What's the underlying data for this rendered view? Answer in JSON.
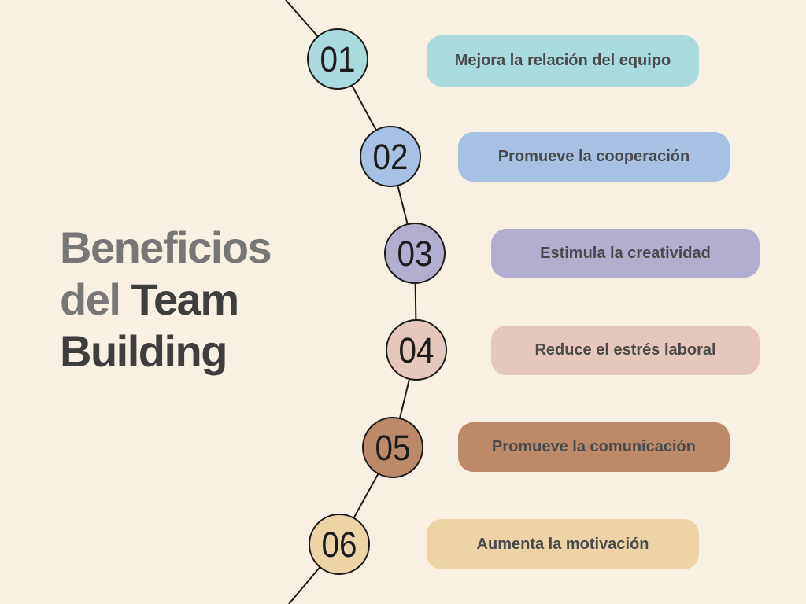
{
  "title": {
    "line1": "Beneficios",
    "line2_gray": "del",
    "line2_dark": "Team",
    "line3": "Building"
  },
  "colors": {
    "background": "#f9f0e4",
    "title_gray": "#777777",
    "title_dark": "#3e3e3e",
    "label_text": "#4a4a4a",
    "number_text": "#1c1c1c",
    "line": "#1a1a1a",
    "circle_outline": "#1a1a1a"
  },
  "steps": [
    {
      "number": "01",
      "label": "Mejora la relación del equipo",
      "color": "#a9dade"
    },
    {
      "number": "02",
      "label": "Promueve la cooperación",
      "color": "#a6c1e4"
    },
    {
      "number": "03",
      "label": "Estimula la creatividad",
      "color": "#b2aed0"
    },
    {
      "number": "04",
      "label": "Reduce el estrés laboral",
      "color": "#e6c7bd"
    },
    {
      "number": "05",
      "label": "Promueve la comunicación",
      "color": "#bd8a69"
    },
    {
      "number": "06",
      "label": "Aumenta la motivación",
      "color": "#eed3a6"
    }
  ]
}
